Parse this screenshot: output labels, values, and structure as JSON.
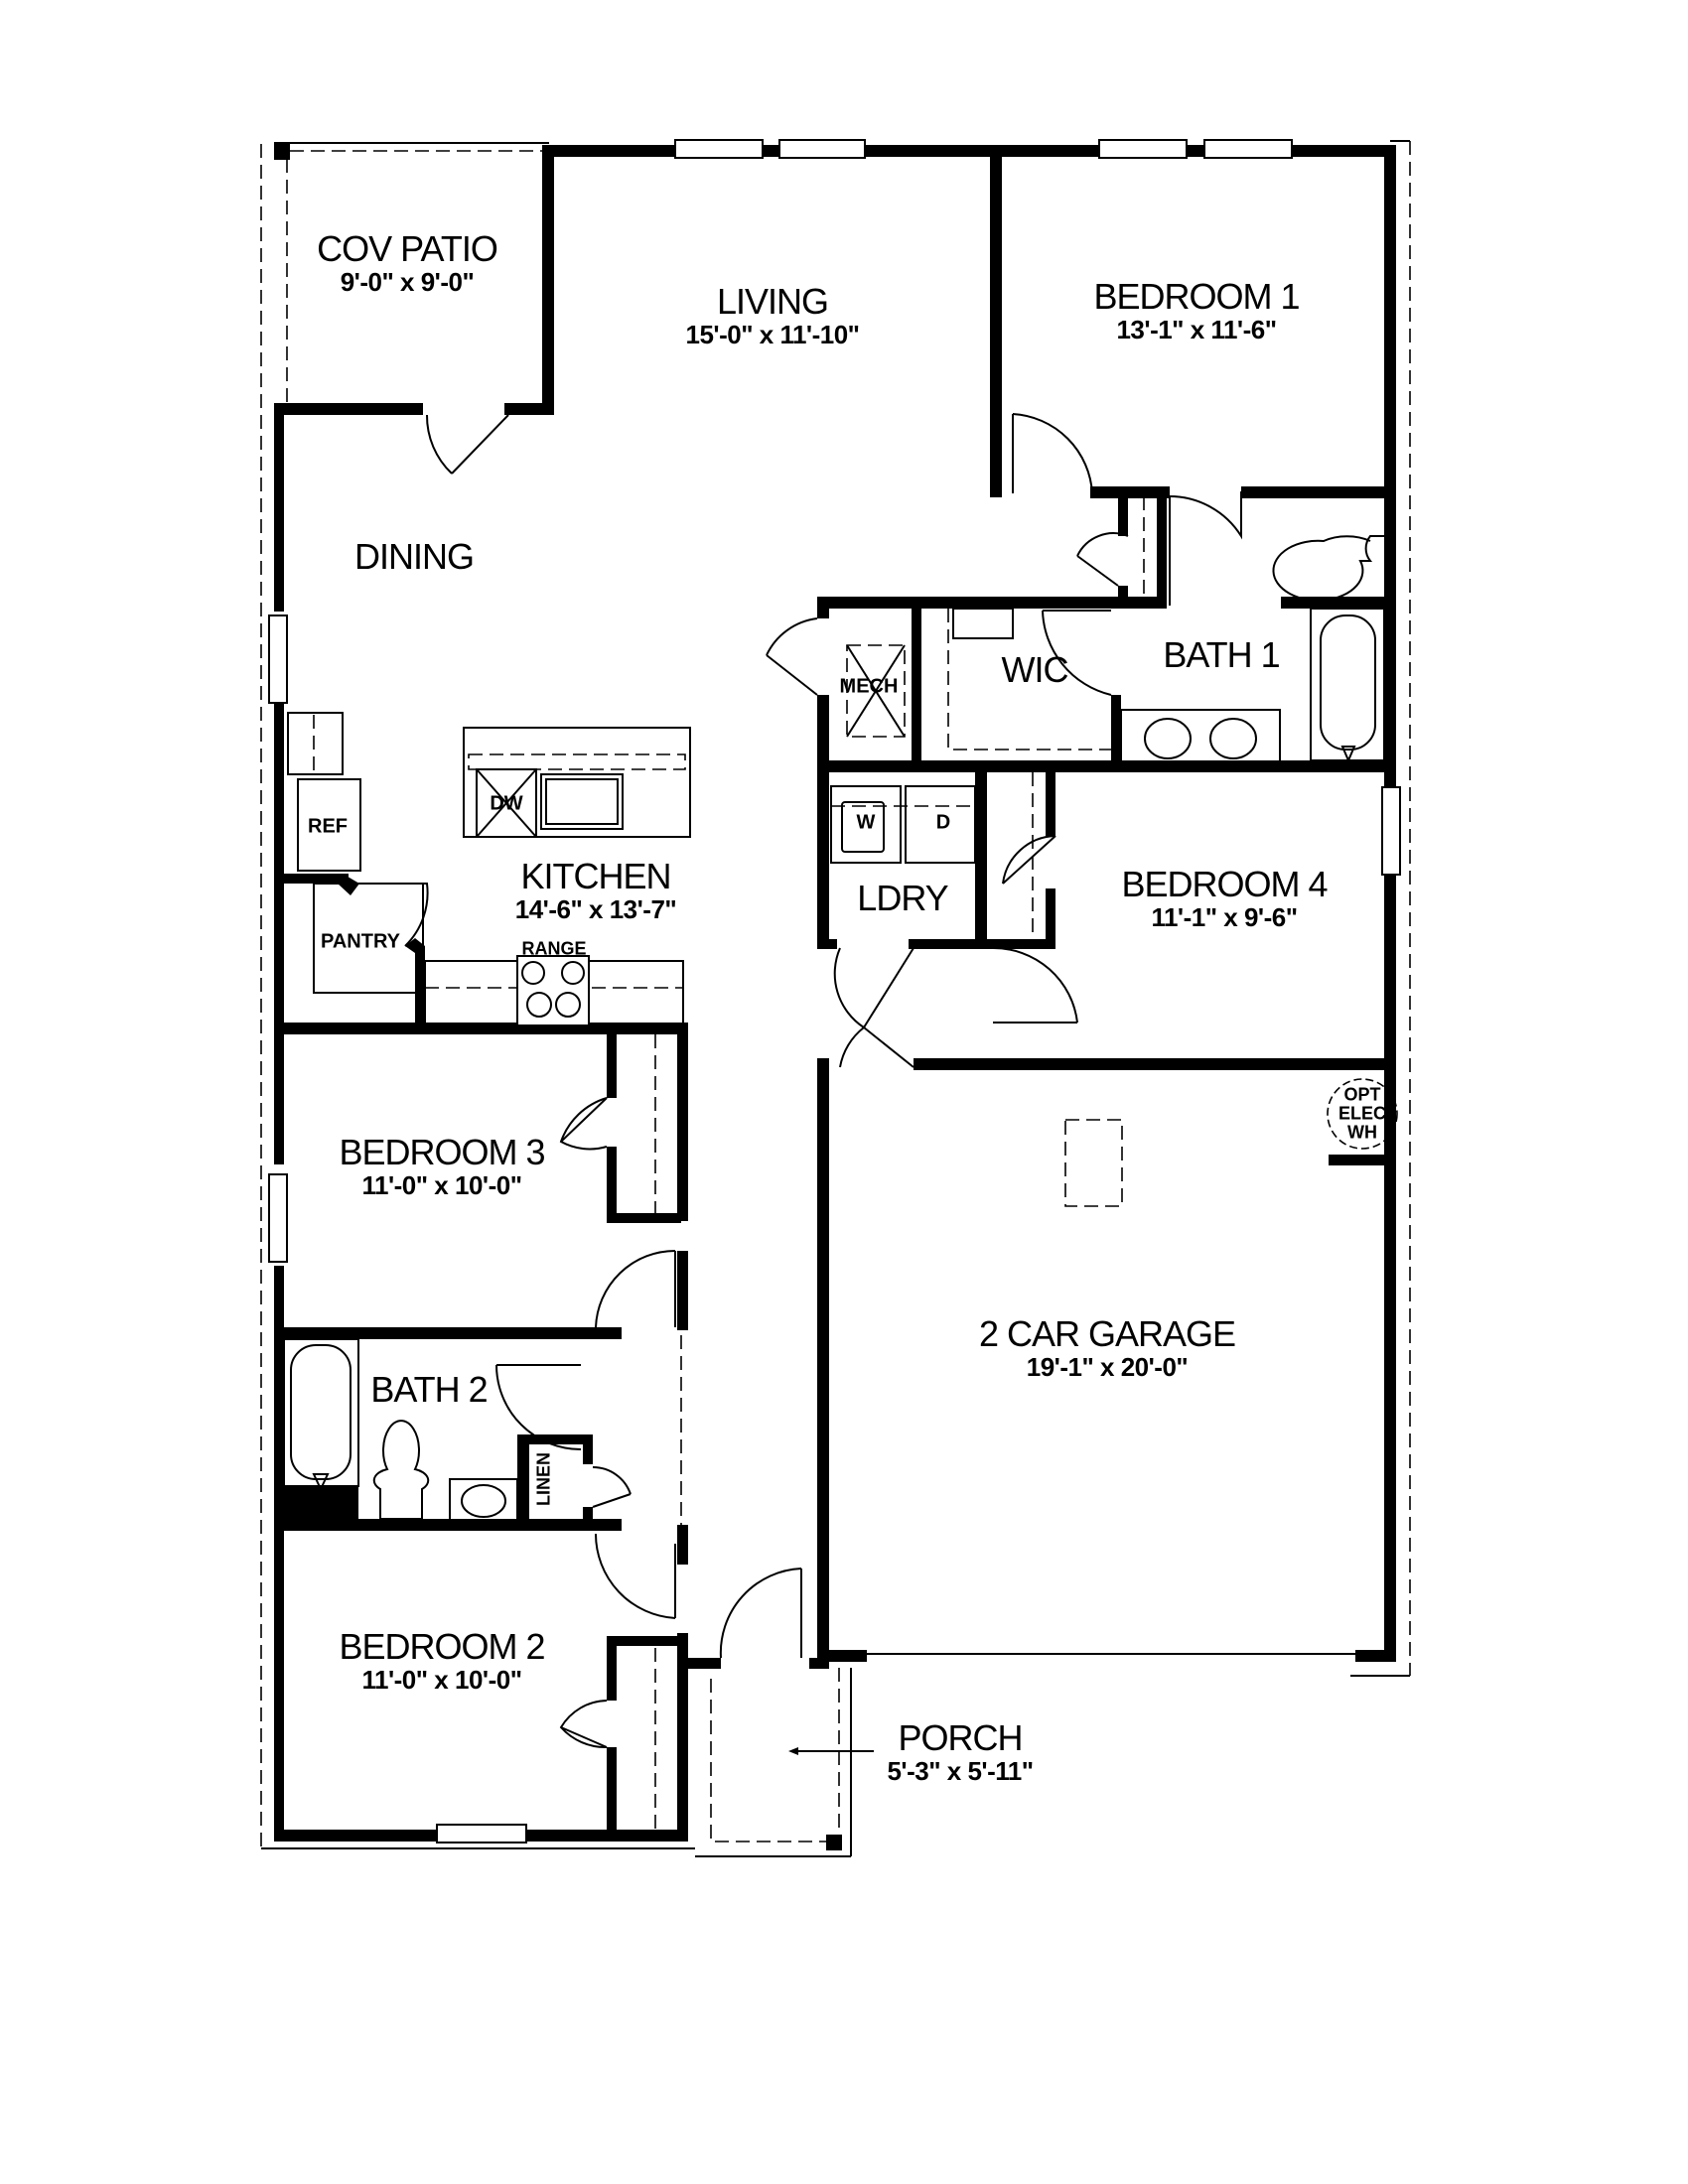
{
  "plan": {
    "background": "#ffffff",
    "line_color": "#000000"
  },
  "rooms": {
    "cov_patio": {
      "name": "COV PATIO",
      "dims": "9'-0\" x 9'-0\""
    },
    "living": {
      "name": "LIVING",
      "dims": "15'-0\" x 11'-10\""
    },
    "bedroom1": {
      "name": "BEDROOM 1",
      "dims": "13'-1\" x 11'-6\""
    },
    "dining": {
      "name": "DINING"
    },
    "mech": {
      "name": "MECH"
    },
    "wic": {
      "name": "WIC"
    },
    "bath1": {
      "name": "BATH 1"
    },
    "kitchen": {
      "name": "KITCHEN",
      "dims": "14'-6\" x 13'-7\""
    },
    "ldry": {
      "name": "LDRY"
    },
    "bedroom4": {
      "name": "BEDROOM 4",
      "dims": "11'-1\" x 9'-6\""
    },
    "bedroom3": {
      "name": "BEDROOM 3",
      "dims": "11'-0\" x 10'-0\""
    },
    "garage": {
      "name": "2 CAR GARAGE",
      "dims": "19'-1\" x 20'-0\""
    },
    "bath2": {
      "name": "BATH 2"
    },
    "linen": {
      "name": "LINEN"
    },
    "bedroom2": {
      "name": "BEDROOM 2",
      "dims": "11'-0\" x 10'-0\""
    },
    "porch": {
      "name": "PORCH",
      "dims": "5'-3\" x 5'-11\""
    }
  },
  "fixtures": {
    "ref": "REF",
    "pantry": "PANTRY",
    "range": "RANGE",
    "dw": "DW",
    "washer": "W",
    "dryer": "D",
    "water_heater": [
      "OPT",
      "ELEC",
      "WH"
    ]
  }
}
